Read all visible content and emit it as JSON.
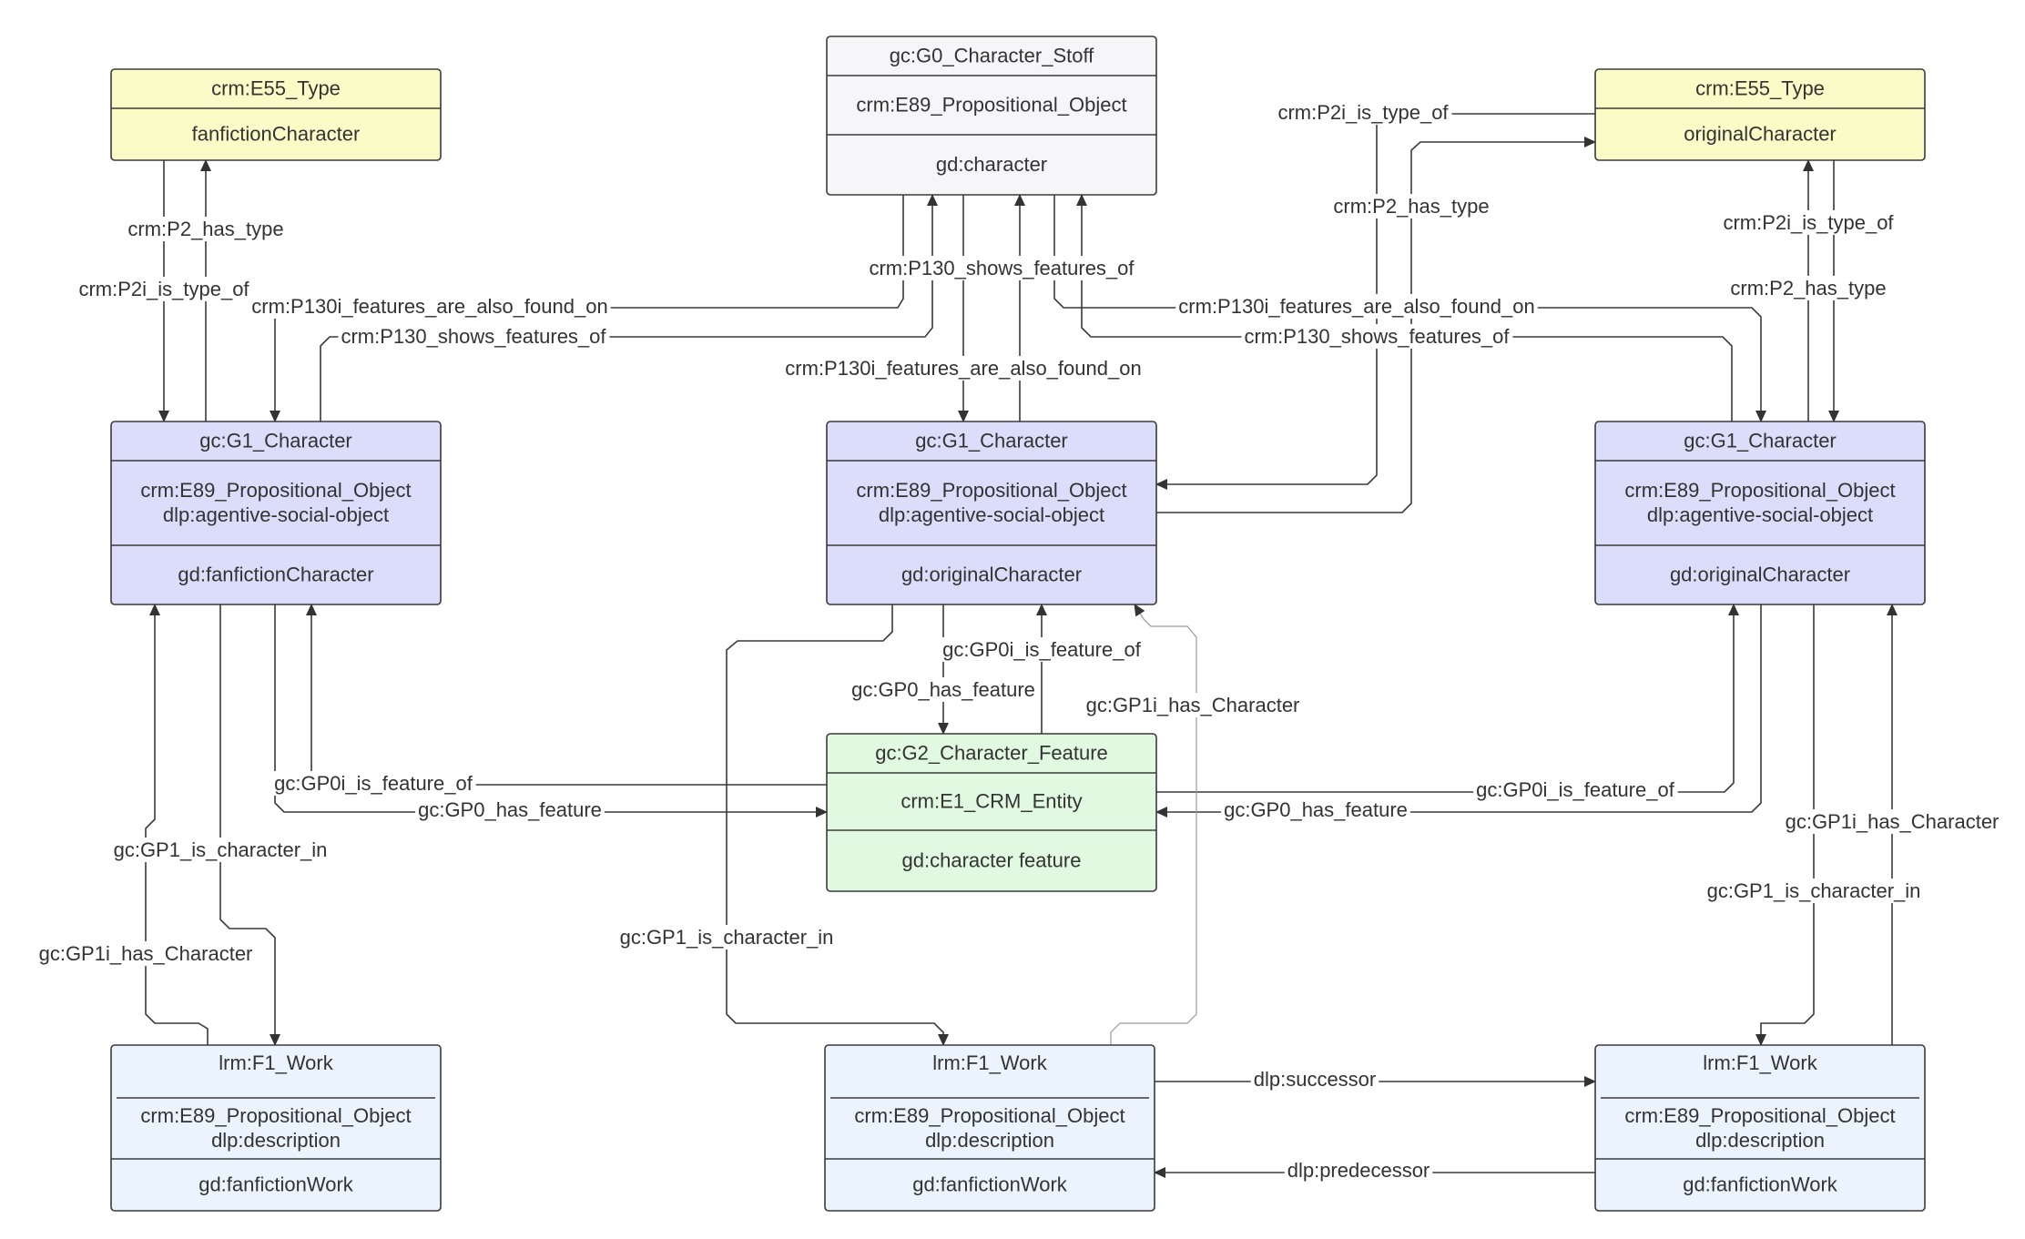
{
  "diagram": {
    "colors": {
      "type_fill": "#fbfbc7",
      "stoff_fill": "#f6f6f9",
      "character_fill": "#dcdcfb",
      "feature_fill": "#e1f8e1",
      "work_fill": "#ebf3fe",
      "line": "#3a3a3a",
      "text": "#333333"
    },
    "nodes": [
      {
        "id": "type_fanfic",
        "kind": "type",
        "sections": [
          [
            "crm:E55_Type"
          ],
          [
            "fanfictionCharacter"
          ]
        ]
      },
      {
        "id": "stoff",
        "kind": "stoff",
        "sections": [
          [
            "gc:G0_Character_Stoff"
          ],
          [
            "crm:E89_Propositional_Object"
          ],
          [
            "gd:character"
          ]
        ]
      },
      {
        "id": "type_orig",
        "kind": "type",
        "sections": [
          [
            "crm:E55_Type"
          ],
          [
            "originalCharacter"
          ]
        ]
      },
      {
        "id": "char_fanfic",
        "kind": "character",
        "sections": [
          [
            "gc:G1_Character"
          ],
          [
            "crm:E89_Propositional_Object",
            "dlp:agentive-social-object"
          ],
          [
            "gd:fanfictionCharacter"
          ]
        ]
      },
      {
        "id": "char_mid",
        "kind": "character",
        "sections": [
          [
            "gc:G1_Character"
          ],
          [
            "crm:E89_Propositional_Object",
            "dlp:agentive-social-object"
          ],
          [
            "gd:originalCharacter"
          ]
        ]
      },
      {
        "id": "char_orig",
        "kind": "character",
        "sections": [
          [
            "gc:G1_Character"
          ],
          [
            "crm:E89_Propositional_Object",
            "dlp:agentive-social-object"
          ],
          [
            "gd:originalCharacter"
          ]
        ]
      },
      {
        "id": "feature",
        "kind": "feature",
        "sections": [
          [
            "gc:G2_Character_Feature"
          ],
          [
            "crm:E1_CRM_Entity"
          ],
          [
            "gd:character feature"
          ]
        ]
      },
      {
        "id": "work_left",
        "kind": "work",
        "sections": [
          [
            "lrm:F1_Work"
          ],
          [
            "crm:E89_Propositional_Object",
            "dlp:description"
          ],
          [
            "gd:fanfictionWork"
          ]
        ]
      },
      {
        "id": "work_mid",
        "kind": "work",
        "sections": [
          [
            "lrm:F1_Work"
          ],
          [
            "crm:E89_Propositional_Object",
            "dlp:description"
          ],
          [
            "gd:fanfictionWork"
          ]
        ]
      },
      {
        "id": "work_right",
        "kind": "work",
        "sections": [
          [
            "lrm:F1_Work"
          ],
          [
            "crm:E89_Propositional_Object",
            "dlp:description"
          ],
          [
            "gd:fanfictionWork"
          ]
        ]
      }
    ],
    "edges": [
      {
        "id": "e1",
        "label": "crm:P2_has_type"
      },
      {
        "id": "e2",
        "label": "crm:P2i_is_type_of"
      },
      {
        "id": "e3",
        "label": "crm:P130i_features_are_also_found_on"
      },
      {
        "id": "e4",
        "label": "crm:P130_shows_features_of"
      },
      {
        "id": "e5",
        "label": "crm:P130_shows_features_of"
      },
      {
        "id": "e6",
        "label": "crm:P130i_features_are_also_found_on"
      },
      {
        "id": "e7",
        "label": "crm:P130i_features_are_also_found_on"
      },
      {
        "id": "e8",
        "label": "crm:P130_shows_features_of"
      },
      {
        "id": "e9",
        "label": "crm:P2i_is_type_of"
      },
      {
        "id": "e10",
        "label": "crm:P2_has_type"
      },
      {
        "id": "e11",
        "label": "crm:P2i_is_type_of"
      },
      {
        "id": "e12",
        "label": "crm:P2_has_type"
      },
      {
        "id": "e13",
        "label": "gc:GP0i_is_feature_of"
      },
      {
        "id": "e14",
        "label": "gc:GP0_has_feature"
      },
      {
        "id": "e15",
        "label": "gc:GP0i_is_feature_of"
      },
      {
        "id": "e16",
        "label": "gc:GP0_has_feature"
      },
      {
        "id": "e17",
        "label": "gc:GP0i_is_feature_of"
      },
      {
        "id": "e18",
        "label": "gc:GP0_has_feature"
      },
      {
        "id": "e19",
        "label": "gc:GP1_is_character_in"
      },
      {
        "id": "e20",
        "label": "gc:GP1i_has_Character"
      },
      {
        "id": "e21",
        "label": "gc:GP1_is_character_in"
      },
      {
        "id": "e22",
        "label": "gc:GP1i_has_Character"
      },
      {
        "id": "e23",
        "label": "gc:GP1i_has_Character"
      },
      {
        "id": "e24",
        "label": "gc:GP1_is_character_in"
      },
      {
        "id": "e25",
        "label": "dlp:successor"
      },
      {
        "id": "e26",
        "label": "dlp:predecessor"
      }
    ]
  }
}
